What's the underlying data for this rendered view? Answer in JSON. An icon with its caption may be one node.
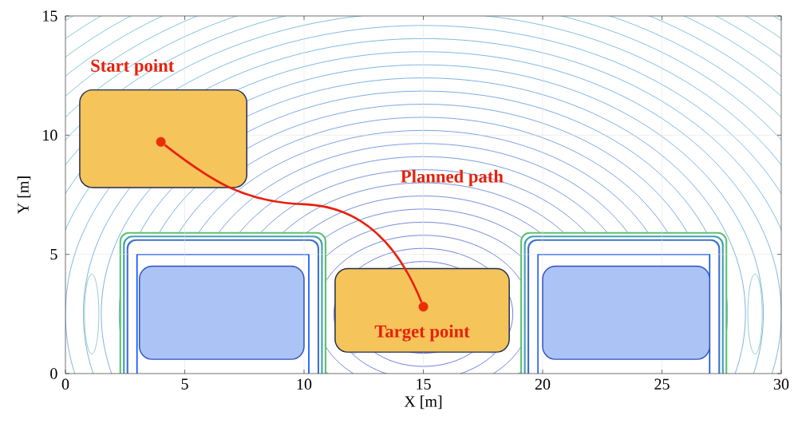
{
  "diagram": {
    "nodes": [
      {
        "text": [
          "Start point"
        ]
      },
      {
        "text": [],
        "shape": "circle",
        "in": 0
      },
      {
        "text": [
          "Target point"
        ]
      },
      {
        "text": [],
        "shape": "circle",
        "in": 2
      },
      {
        "text": [],
        "shape": "box"
      },
      {
        "text": [],
        "shape": "box"
      }
    ],
    "edges": [
      {
        "from": 1,
        "to": 3,
        "arrow": "none",
        "label": "Planned path"
      }
    ],
    "labels": [
      "15",
      "10",
      "5",
      "0",
      "0",
      "5",
      "10",
      "15",
      "20",
      "25",
      "30",
      "X [m]",
      "Y [m]"
    ]
  }
}
